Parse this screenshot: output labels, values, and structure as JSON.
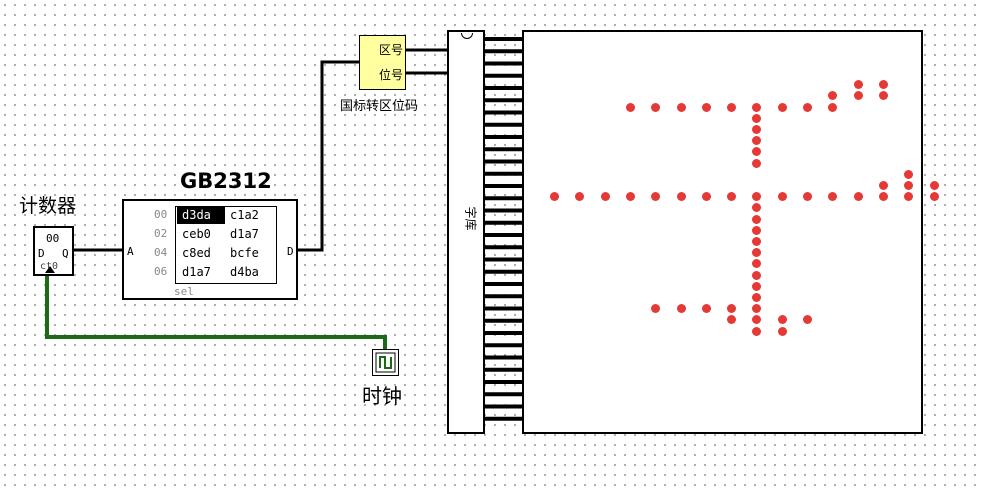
{
  "counter": {
    "title": "计数器",
    "value": "00",
    "pin_d": "D",
    "pin_q": "Q",
    "pin_ct": "ct0"
  },
  "rom": {
    "title": "GB2312",
    "pin_a": "A",
    "pin_d": "D",
    "sel_label": "sel",
    "rows": [
      {
        "addr": "00",
        "v1": "d3da",
        "v2": "c1a2",
        "selected": true
      },
      {
        "addr": "02",
        "v1": "ceb0",
        "v2": "d1a7",
        "selected": false
      },
      {
        "addr": "04",
        "v1": "c8ed",
        "v2": "bcfe",
        "selected": false
      },
      {
        "addr": "06",
        "v1": "d1a7",
        "v2": "d4ba",
        "selected": false
      }
    ]
  },
  "converter": {
    "port_qu": "区号",
    "port_wei": "位号",
    "caption": "国标转区位码"
  },
  "clock": {
    "caption": "时钟",
    "icon": "square-wave-icon"
  },
  "font_rom": {
    "label": "字库"
  },
  "matrix": {
    "lit_color": "#e53935",
    "glyph_rows": [
      "................",
      "............##..",
      "...........###..",
      "...#########....",
      "........#.......",
      "........#.......",
      "........#.......",
      "........#.......",
      "........#.......",
      "..............#.",
      ".............###.",
      "################",
      "........#.......",
      "........#.......",
      "........#.......",
      "........#.......",
      "........#.......",
      "........#.......",
      "........#.......",
      "........#.......",
      "........#.......",
      "....#####.......",
      ".......####.....",
      "........##......"
    ]
  },
  "colors": {
    "wire_active": "#1b6b16",
    "wire_data": "#000000",
    "converter_fill": "#ffffa0",
    "selection_bg": "#000000"
  }
}
